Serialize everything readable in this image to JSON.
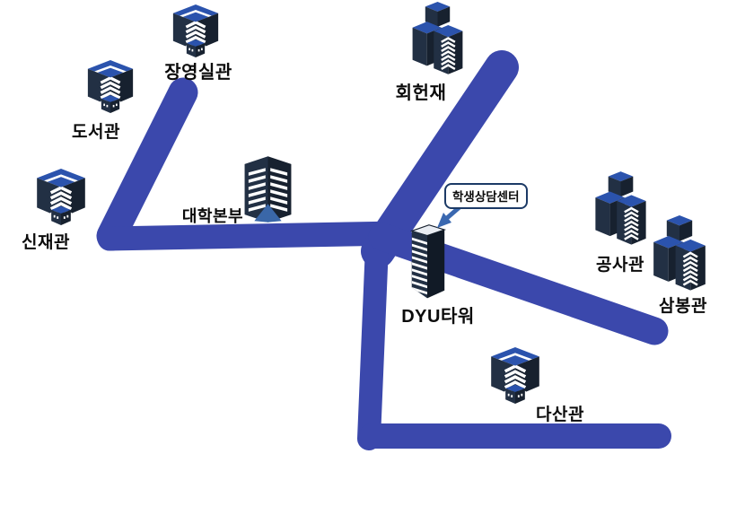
{
  "map": {
    "colors": {
      "background": "#FFFFFF",
      "road": "#3B48AC",
      "building_body": "#223044",
      "building_side": "#17212F",
      "building_roof": "#2B53AD",
      "tower_side_deep": "#111A26",
      "tower_top": "#E9EDF3",
      "window_white": "#FFFFFF",
      "hq_base": "#3A67A8",
      "label_text": "#0B0B0B",
      "callout_border": "#1C3A66",
      "callout_fill": "#FFFFFF",
      "arrow": "#3A68B0"
    },
    "buildings": [
      {
        "id": "jangyeongsil",
        "label": "장영실관",
        "icon": "office-building-icon"
      },
      {
        "id": "doseogwan",
        "label": "도서관",
        "icon": "office-building-icon"
      },
      {
        "id": "hoeheonjae",
        "label": "회헌재",
        "icon": "building-complex-icon"
      },
      {
        "id": "sinjaegwan",
        "label": "신재관",
        "icon": "office-building-icon"
      },
      {
        "id": "daehakbonbu",
        "label": "대학본부",
        "icon": "headquarters-building-icon"
      },
      {
        "id": "dyu-tower",
        "label": "DYU타워",
        "icon": "tall-tower-icon"
      },
      {
        "id": "gongsagwan",
        "label": "공사관",
        "icon": "building-complex-icon"
      },
      {
        "id": "sambonggwan",
        "label": "삼봉관",
        "icon": "building-complex-icon"
      },
      {
        "id": "dasangwan",
        "label": "다산관",
        "icon": "office-building-icon"
      }
    ],
    "callout": {
      "label": "학생상담센터",
      "icon": "arrow-down-left-icon"
    }
  }
}
